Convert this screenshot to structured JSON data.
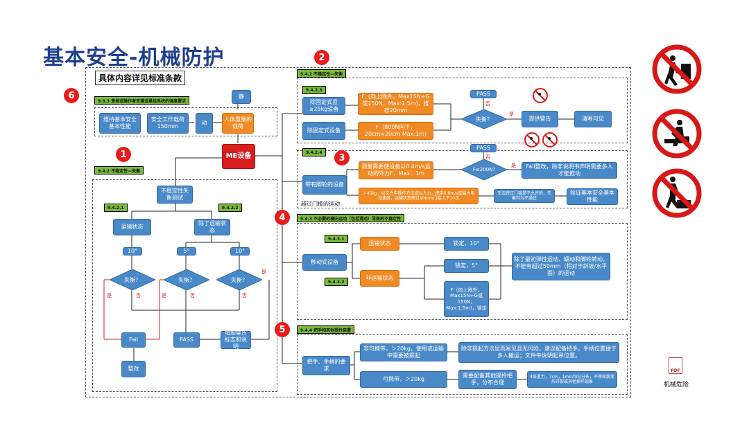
{
  "title": "基本安全-机械防护",
  "header_label": "具体内容详见标准条款",
  "markers": [
    "1",
    "2",
    "3",
    "4",
    "5",
    "6"
  ],
  "center": "ME设备",
  "sec6": {
    "tag": "9.8.3 患者或操作者支撑或悬挂系统的强度要求",
    "box1": "维持基本安全基本性能",
    "box2": "安全工作载荷150mm",
    "box3": "动",
    "box4": "人体重量的载荷",
    "box5": "静"
  },
  "sec1": {
    "tag": "9.4.2 不稳定性—失衡",
    "top": "不稳定性失衡测试",
    "tag_a": "9.4.2.1",
    "tag_b": "9.4.2.2",
    "transport": "运输状态",
    "non_transport": "除了运输状态",
    "deg10a": "10°",
    "deg5": "5°",
    "deg10b": "10°",
    "balance": "失衡？",
    "yes": "是",
    "no": "否",
    "fail": "Fail",
    "pass": "PASS",
    "warn": "增加警告标志和说明",
    "fix": "整改"
  },
  "sec2": {
    "tag": "9.4.2 不稳定性—失衡",
    "sub": "9.4.2.3",
    "fixed1": "除固定式且≥25kg设备",
    "fixed2": "除固定式设备",
    "force1": "F（向上除外，Max15N+G或150N，Max:1.5m)，推荐20mm",
    "force2": "F（800N向下，20cm×20cm Max:1m)",
    "pass": "PASS",
    "balance": "失衡？",
    "yes": "是",
    "no": "否",
    "warn": "提供警告",
    "clear": "清晰可见"
  },
  "sec3": {
    "sub": "9.4.2.4",
    "wheel": "带有脚轮的设备",
    "caption": "越过门槛的运动",
    "measure": "测量需要使设备以0.4m/s运动的外力F，Max：1m",
    "cond": "F≤200N?",
    "pass": "PASS",
    "yes": "是",
    "no": "否",
    "fail_note": "Fail整改，除非说明书声明需要多人才能推动",
    "over45": "＞45kg，以文件中操作方法或以人力，把手0.8m/s或最大电动速度，运输状态跨过10mm门槛上下10次",
    "noflip": "无法跨过门槛是不允许的，失衡判为不通过",
    "verify": "验证基本安全基本性能"
  },
  "sec4": {
    "tag": "9.4.3 不必要的横向运动（包括滑动）导致的不稳定性",
    "sub_a": "9.4.3.1",
    "sub_b": "9.4.3.2",
    "mobile": "移动式设备",
    "transport": "运输状态",
    "non_transport": "非运输状态",
    "lock10": "锁定，10°",
    "lock5": "锁定，5°",
    "force": "F（向上除外，Max15N+G或150N，Max:1.5m)，锁定",
    "result": "除了最初弹性运动、蠕动和脚轮转动，不能有超过50mm（相对于斜坡/水平面）的运动"
  },
  "sec5": {
    "tag": "9.4.4 把手和其他提拎装置",
    "handles": "把手、手柄的要求",
    "opt1": "非可携带，＞20kg，使用或运输中需要被提起",
    "opt1_res": "除非提起方法显而易见且无风险，建议配备把手，手柄位置便于多人搬运；文件中说明起吊位置。",
    "opt2": "可携带，＞20kg",
    "opt2_mid": "需要配备其他提拎把手，分布合理",
    "opt2_res": "4倍重力，7cm，1min均匀分布，不得松脱变形开裂或其他损坏现象"
  },
  "pdf_label": "机械危险",
  "colors": {
    "blue": "#4a89c8",
    "orange": "#f08a24",
    "red": "#d91e1e",
    "green": "#7aba3c",
    "title": "#1f3f8f"
  }
}
